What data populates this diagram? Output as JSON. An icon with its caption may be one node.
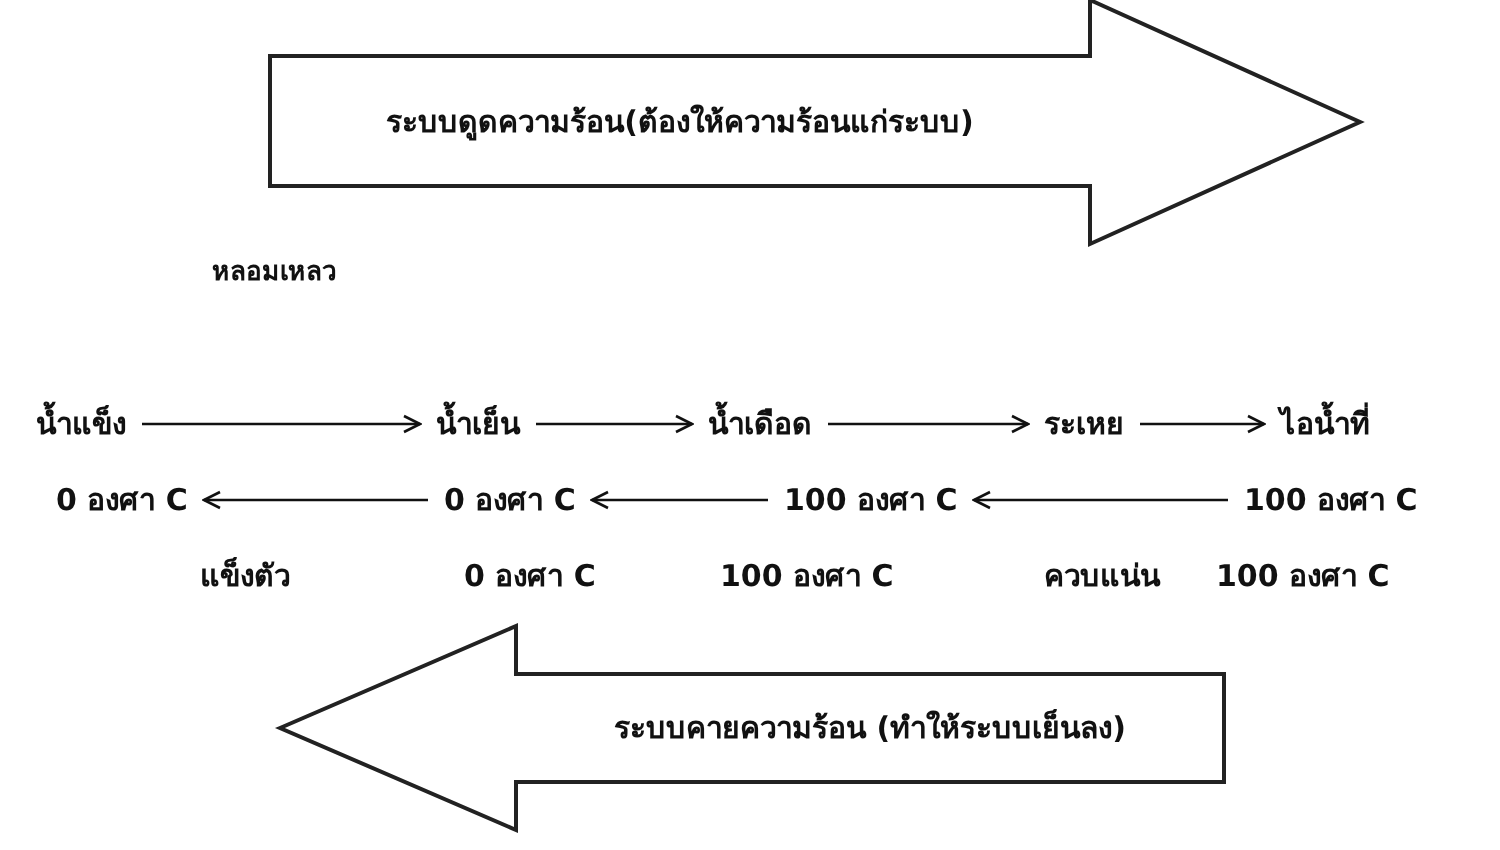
{
  "diagram": {
    "nodes": [
      {
        "text": [
          "ระบบดูดความร้อน(ต้องให้ความร้อนแก่ระบบ)"
        ]
      },
      {
        "text": [
          "น้ำแข็ง"
        ]
      },
      {
        "text": [
          "น้ำเย็น"
        ]
      },
      {
        "text": [
          "น้ำเดือด"
        ]
      },
      {
        "text": [
          "ระเหย"
        ]
      },
      {
        "text": [
          "ไอน้ำที่"
        ]
      },
      {
        "text": [
          "0 องศา C"
        ]
      },
      {
        "text": [
          "0 องศา C"
        ]
      },
      {
        "text": [
          "100 องศา C"
        ]
      },
      {
        "text": [
          "100 องศา C"
        ]
      },
      {
        "text": [
          "ระบบคายความร้อน (ทำให้ระบบเย็นลง)"
        ]
      }
    ],
    "edges": [
      {
        "from": 1,
        "to": 2,
        "arrow": "to"
      },
      {
        "from": 2,
        "to": 3,
        "arrow": "to"
      },
      {
        "from": 3,
        "to": 4,
        "arrow": "to"
      },
      {
        "from": 4,
        "to": 5,
        "arrow": "to"
      },
      {
        "from": 9,
        "to": 8,
        "arrow": "to"
      },
      {
        "from": 8,
        "to": 7,
        "arrow": "to"
      },
      {
        "from": 7,
        "to": 6,
        "arrow": "to"
      }
    ],
    "labels": [
      "หลอมเหลว",
      "แข็งตัว",
      "0 องศา C",
      "100 องศา C",
      "ควบแน่น",
      "100 องศา C"
    ]
  }
}
